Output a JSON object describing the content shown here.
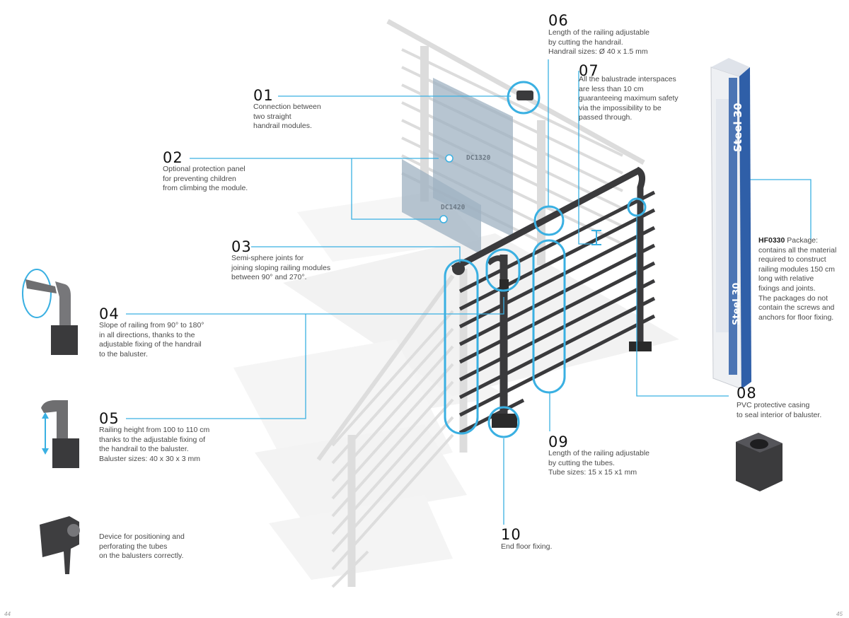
{
  "callouts": {
    "c01": {
      "number": "01",
      "text": "Connection between\ntwo straight\nhandrail modules."
    },
    "c02": {
      "number": "02",
      "text": "Optional protection panel\nfor preventing children\nfrom climbing the module."
    },
    "c03": {
      "number": "03",
      "text": "Semi-sphere joints for\njoining sloping railing modules\nbetween 90° and 270°."
    },
    "c04": {
      "number": "04",
      "text": "Slope of railing from 90° to 180°\nin all directions, thanks to the\nadjustable fixing of the handrail\nto the baluster."
    },
    "c05": {
      "number": "05",
      "text": "Railing height from 100 to 110 cm\nthanks to the adjustable fixing of\nthe handrail to the baluster.\nBaluster sizes: 40 x 30 x 3 mm"
    },
    "c06": {
      "number": "06",
      "text": "Length of the railing adjustable\nby cutting the handrail.\nHandrail sizes: Ø 40 x 1.5 mm"
    },
    "c07": {
      "number": "07",
      "text": "All the balustrade interspaces\nare less than 10 cm\nguaranteeing maximum safety\nvia the impossibility to be\npassed through."
    },
    "c08": {
      "number": "08",
      "text": "PVC protective casing\nto seal interior of baluster."
    },
    "c09": {
      "number": "09",
      "text": "Length of the railing adjustable\nby cutting the tubes.\nTube sizes: 15 x 15 x1 mm"
    },
    "c10": {
      "number": "10",
      "text": "End floor fixing."
    }
  },
  "device_text": "Device for positioning and\nperforating the tubes\non the balusters correctly.",
  "package": {
    "code": "HF0330",
    "text": " Package:\ncontains all the material\nrequired to construct\nrailing modules 150 cm\nlong with relative\nfixings and joints.\nThe packages do not\ncontain the screws and\nanchors for floor fixing.",
    "brand": "Steel 30"
  },
  "panel_labels": {
    "dc1320": "DC1320",
    "dc1420": "DC1420"
  },
  "page_numbers": {
    "left": "44",
    "right": "45"
  },
  "colors": {
    "accent": "#3ab0e2",
    "rail_dark": "#3a3a3c",
    "rail_light": "#d8d8d8",
    "panel": "#9fb1c2",
    "box_blue": "#2f5fa8"
  }
}
